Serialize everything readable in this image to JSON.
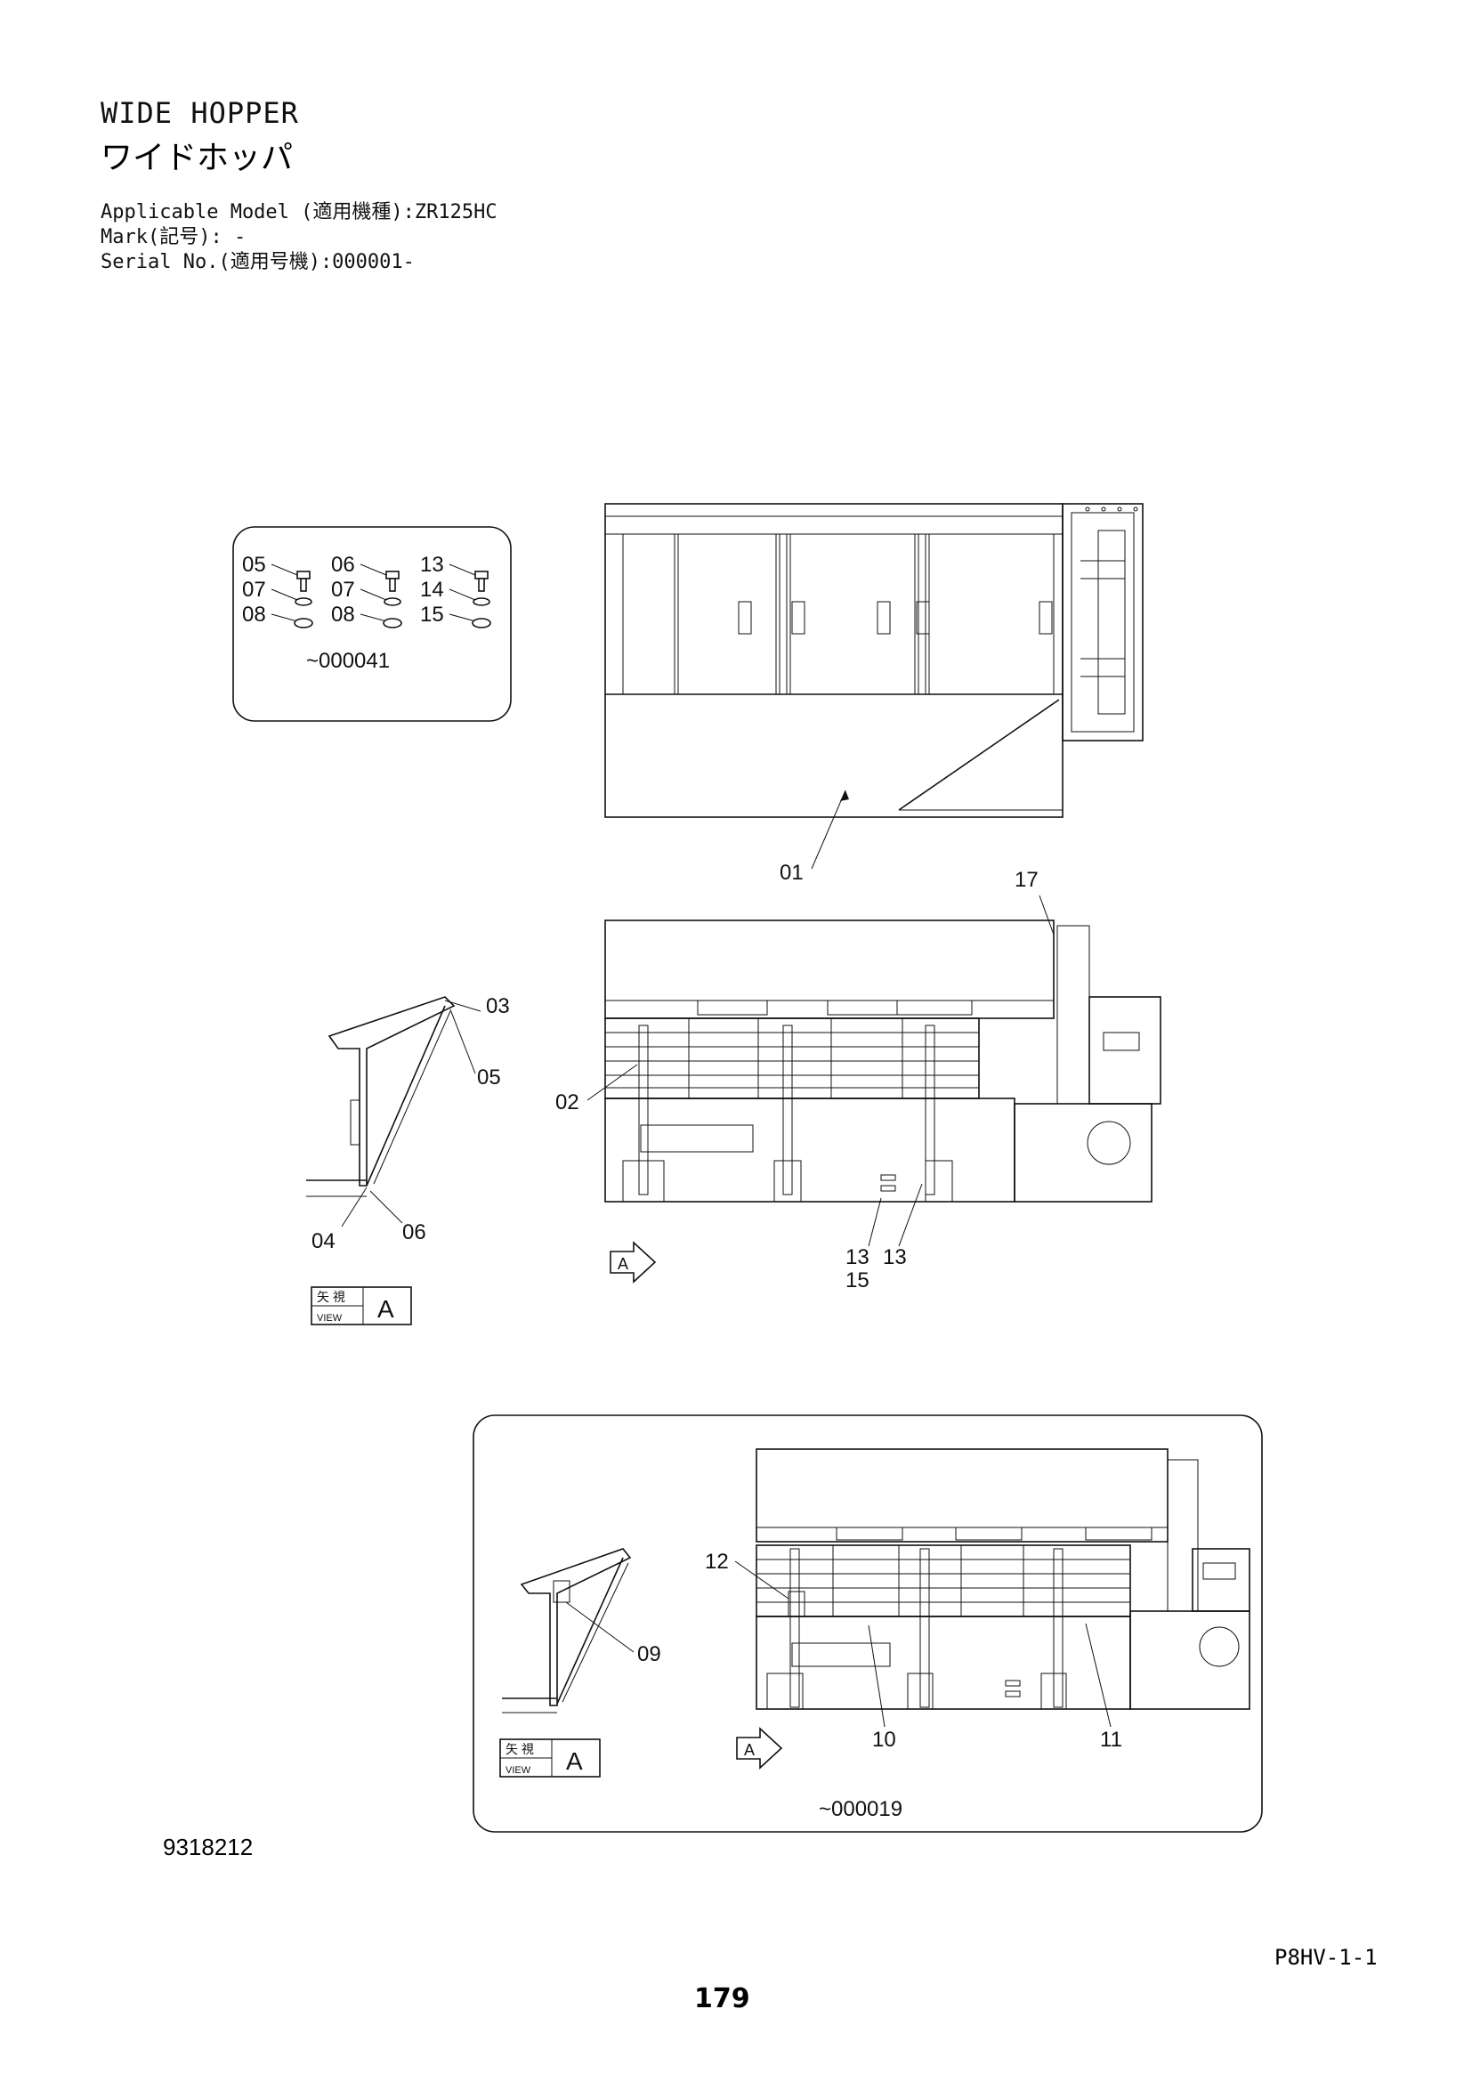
{
  "header": {
    "title": "WIDE HOPPER",
    "title_jp": "ワイドホッパ",
    "applicable_model": "Applicable Model (適用機種):ZR125HC",
    "mark": "Mark(記号): -",
    "serial_no": "Serial No.(適用号機):000001-"
  },
  "inset_top": {
    "callouts_col1": [
      "05",
      "07",
      "08"
    ],
    "callouts_col2": [
      "06",
      "07",
      "08"
    ],
    "callouts_col3": [
      "13",
      "14",
      "15"
    ],
    "serial_range": "~000041"
  },
  "main_view": {
    "callouts": {
      "c01": "01",
      "c17": "17",
      "c02": "02",
      "c03": "03",
      "c05": "05",
      "c04": "04",
      "c06": "06",
      "c13a": "13",
      "c13b": "13",
      "c15": "15"
    },
    "arrow_label": "A",
    "view_label": {
      "jp": "矢 視",
      "en": "VIEW",
      "letter": "A"
    }
  },
  "inset_bottom": {
    "callouts": {
      "c12": "12",
      "c09": "09",
      "c10": "10",
      "c11": "11"
    },
    "arrow_label": "A",
    "view_label": {
      "jp": "矢 視",
      "en": "VIEW",
      "letter": "A"
    },
    "serial_range": "~000019"
  },
  "footer": {
    "figure_code": "9318212",
    "page_code": "P8HV-1-1",
    "page_number": "179"
  }
}
